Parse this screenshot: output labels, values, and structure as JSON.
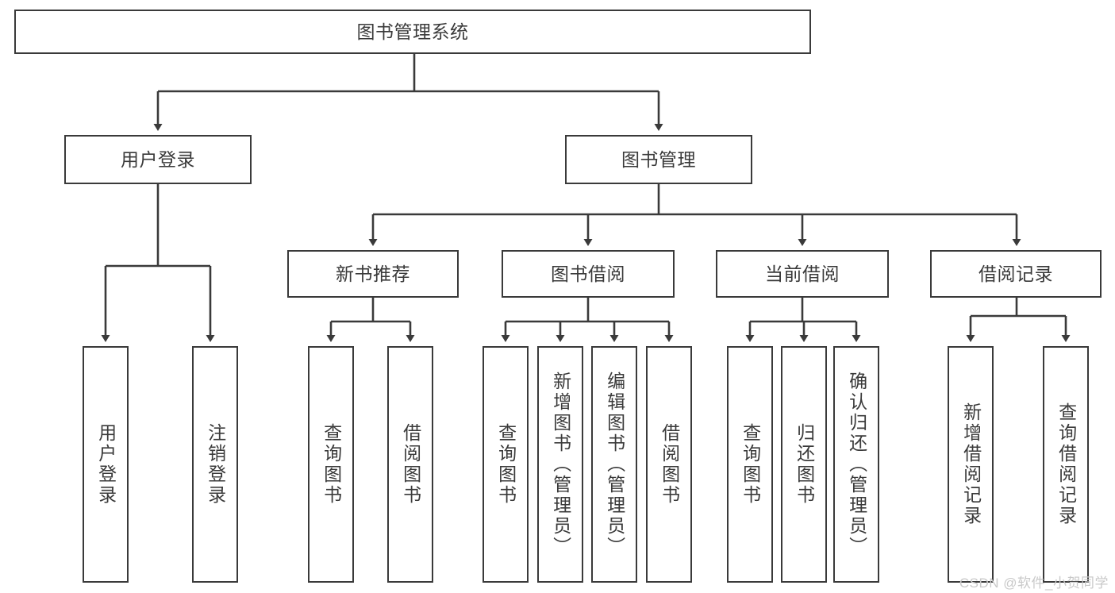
{
  "diagram": {
    "type": "tree",
    "title": "图书管理系统",
    "watermark": "CSDN @软件_小贺同学",
    "colors": {
      "stroke": "#3a3a3a",
      "background": "#ffffff",
      "watermark": "#c9c9c9"
    },
    "nodes": {
      "root": {
        "label": "图书管理系统"
      },
      "level2": [
        {
          "label": "用户登录"
        },
        {
          "label": "图书管理"
        }
      ],
      "level3": [
        {
          "label": "新书推荐"
        },
        {
          "label": "图书借阅"
        },
        {
          "label": "当前借阅"
        },
        {
          "label": "借阅记录"
        }
      ],
      "leaves": {
        "user_login": [
          {
            "label": "用户登录"
          },
          {
            "label": "注销登录"
          }
        ],
        "new_book": [
          {
            "label": "查询图书"
          },
          {
            "label": "借阅图书"
          }
        ],
        "book_borrow": [
          {
            "label": "查询图书"
          },
          {
            "label": "新增图书（管理员）"
          },
          {
            "label": "编辑图书（管理员）"
          },
          {
            "label": "借阅图书"
          }
        ],
        "current_borrow": [
          {
            "label": "查询图书"
          },
          {
            "label": "归还图书"
          },
          {
            "label": "确认归还（管理员）"
          }
        ],
        "borrow_record": [
          {
            "label": "新增借阅记录"
          },
          {
            "label": "查询借阅记录"
          }
        ]
      }
    }
  }
}
